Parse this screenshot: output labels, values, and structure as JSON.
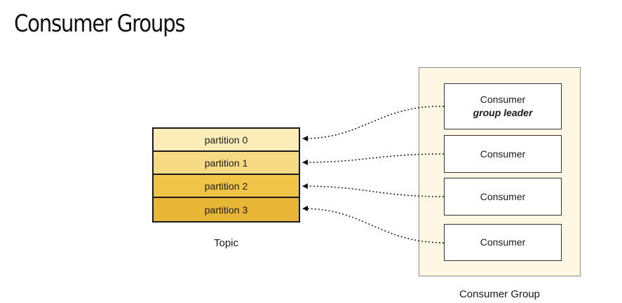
{
  "page": {
    "title": "Consumer Groups"
  },
  "topic": {
    "label": "Topic",
    "partitions": [
      {
        "label": "partition 0",
        "color": "#fcecb8"
      },
      {
        "label": "partition 1",
        "color": "#f6da84"
      },
      {
        "label": "partition 2",
        "color": "#efc447"
      },
      {
        "label": "partition 3",
        "color": "#e8b637"
      }
    ]
  },
  "consumer_group": {
    "label": "Consumer Group",
    "background": "#fdf7e3",
    "consumers": [
      {
        "label": "Consumer",
        "sublabel": "group leader"
      },
      {
        "label": "Consumer"
      },
      {
        "label": "Consumer"
      },
      {
        "label": "Consumer"
      }
    ]
  },
  "connections": [
    {
      "from": "consumer-0",
      "to": "partition-0"
    },
    {
      "from": "consumer-1",
      "to": "partition-1"
    },
    {
      "from": "consumer-2",
      "to": "partition-2"
    },
    {
      "from": "consumer-3",
      "to": "partition-3"
    }
  ]
}
